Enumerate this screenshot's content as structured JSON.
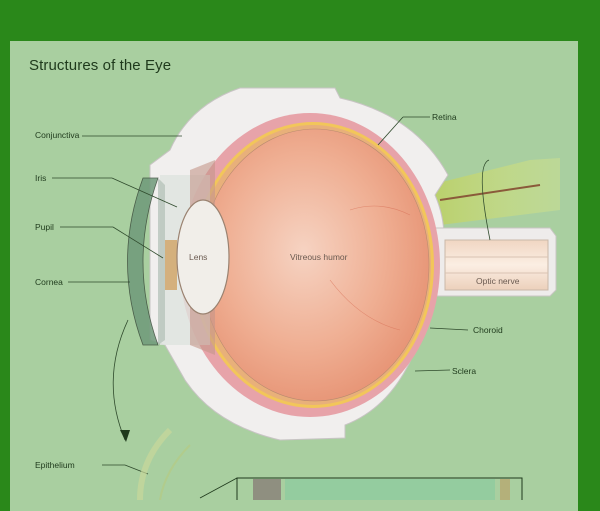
{
  "figure": {
    "title": "Structures of the Eye",
    "colors": {
      "frame": "#2a881a",
      "background": "#a9cfa0",
      "sclera": "#f1efee",
      "choroid": "#e7a3a9",
      "retina": "#f2c65a",
      "vitreous": "#eea17f",
      "lens": "#f1eee9",
      "cornea": "#6f9a7a",
      "optic_nerve": "#f3ddca",
      "label_text": "#1f3a1c",
      "leader_line": "#2f4a2c"
    },
    "labels_left": [
      {
        "name": "conjunctiva",
        "text": "Conjunctiva"
      },
      {
        "name": "iris",
        "text": "Iris"
      },
      {
        "name": "pupil",
        "text": "Pupil"
      },
      {
        "name": "cornea",
        "text": "Cornea"
      },
      {
        "name": "epithelium",
        "text": "Epithelium"
      }
    ],
    "labels_right": [
      {
        "name": "retina",
        "text": "Retina"
      },
      {
        "name": "choroid",
        "text": "Choroid"
      },
      {
        "name": "sclera",
        "text": "Sclera"
      }
    ],
    "labels_inner": [
      {
        "name": "lens",
        "text": "Lens"
      },
      {
        "name": "vitreous-humor",
        "text": "Vitreous humor"
      },
      {
        "name": "optic-nerve",
        "text": "Optic nerve"
      }
    ]
  }
}
